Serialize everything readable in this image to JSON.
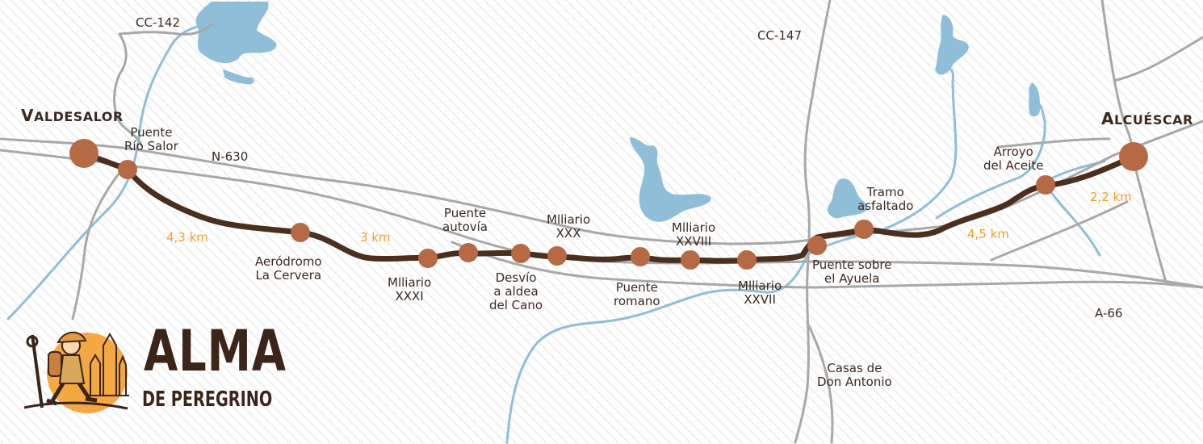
{
  "towns": [
    {
      "id": "valdesalor",
      "cap": "V",
      "rest": "ALDESALOR"
    },
    {
      "id": "alcuescar",
      "cap": "A",
      "rest": "LCUÉSCAR"
    }
  ],
  "stops": [
    {
      "id": "puente-rio-salor",
      "lines": [
        "Puente",
        "Río Salor"
      ]
    },
    {
      "id": "aerodromo",
      "lines": [
        "Aeródromo",
        "La Cervera"
      ]
    },
    {
      "id": "miliario-xxxi",
      "lines": [
        "Mlliario",
        "XXXI"
      ]
    },
    {
      "id": "puente-autovia",
      "lines": [
        "Puente",
        "autovía"
      ]
    },
    {
      "id": "desvio-aldea",
      "lines": [
        "Desvío",
        "a aldea",
        "del Cano"
      ]
    },
    {
      "id": "miliario-xxx",
      "lines": [
        "Mlliario",
        "XXX"
      ]
    },
    {
      "id": "puente-romano",
      "lines": [
        "Puente",
        "romano"
      ]
    },
    {
      "id": "miliario-xxviii",
      "lines": [
        "Mlliario",
        "XXVIII"
      ]
    },
    {
      "id": "miliario-xxvii",
      "lines": [
        "Mlliario",
        "XXVII"
      ]
    },
    {
      "id": "puente-ayuela",
      "lines": [
        "Puente sobre",
        "el Ayuela"
      ]
    },
    {
      "id": "tramo-asfaltado",
      "lines": [
        "Tramo",
        "asfaltado"
      ]
    },
    {
      "id": "arroyo-aceite",
      "lines": [
        "Arroyo",
        "del Aceite"
      ]
    }
  ],
  "roads": {
    "cc142": "CC-142",
    "cc147": "CC-147",
    "n630": "N-630",
    "a66": "A-66"
  },
  "distances": {
    "d1": "4,3 km",
    "d2": "3 km",
    "d3": "4,5 km",
    "d4": "2,2 km"
  },
  "places": {
    "casas": [
      "Casas de",
      "Don Antonio"
    ]
  },
  "logo": {
    "title": "ALMA",
    "subtitle": "DE PEREGRINO"
  },
  "colors": {
    "route": "#4a2e1e",
    "stop": "#b56a45",
    "water": "#8fbfd8",
    "roads": "#a8a8a8",
    "distance": "#f0a030"
  }
}
